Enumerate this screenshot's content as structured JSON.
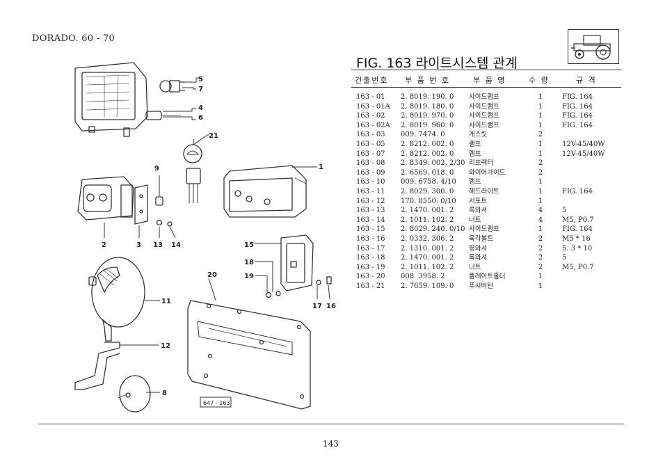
{
  "header": {
    "model": "DORADO. 60 - 70",
    "fig_title": "FIG. 163 라이트시스템 관계"
  },
  "table": {
    "headers": [
      "건출번호",
      "부 품 번 호",
      "부 품 명",
      "수 량",
      "규 격"
    ],
    "rows": [
      {
        "ref": "163 - 01",
        "part": "2. 8019. 190. 0",
        "name": "사이드램프",
        "qty": "1",
        "spec": "FIG. 164"
      },
      {
        "ref": "163 - 01A",
        "part": "2. 8019. 180. 0",
        "name": "사이드램프",
        "qty": "1",
        "spec": "FIG. 164"
      },
      {
        "ref": "163 - 02",
        "part": "2. 8019. 970. 0",
        "name": "사이드램프",
        "qty": "1",
        "spec": "FIG. 164"
      },
      {
        "ref": "163 - 02A",
        "part": "2. 8019. 960. 0",
        "name": "사이드램프",
        "qty": "1",
        "spec": "FIG. 164"
      },
      {
        "ref": "163 - 03",
        "part": "009. 7474. 0",
        "name": "개스킷",
        "qty": "2",
        "spec": ""
      },
      {
        "ref": "163 - 05",
        "part": "2. 8212. 002. 0",
        "name": "램프",
        "qty": "1",
        "spec": "12V-45/40W"
      },
      {
        "ref": "163 - 07",
        "part": "2. 8212. 002. 0",
        "name": "램프",
        "qty": "1",
        "spec": "12V-45/40W"
      },
      {
        "ref": "163 - 08",
        "part": "2. 8349. 002. 2/30",
        "name": "리프렉터",
        "qty": "2",
        "spec": ""
      },
      {
        "ref": "163 - 09",
        "part": "2. 6569. 018. 0",
        "name": "와이어가이드",
        "qty": "2",
        "spec": ""
      },
      {
        "ref": "163 - 10",
        "part": "009. 6758. 4/10",
        "name": "램프",
        "qty": "1",
        "spec": ""
      },
      {
        "ref": "163 - 11",
        "part": "2. 8029. 300. 0",
        "name": "헤드라이트",
        "qty": "1",
        "spec": "FIG. 164"
      },
      {
        "ref": "163 - 12",
        "part": "170. 8550. 0/10",
        "name": "서포트",
        "qty": "1",
        "spec": ""
      },
      {
        "ref": "163 - 13",
        "part": "2. 1470. 001. 2",
        "name": "록와셔",
        "qty": "4",
        "spec": "5"
      },
      {
        "ref": "163 - 14",
        "part": "2. 1011. 102. 2",
        "name": "너트",
        "qty": "4",
        "spec": "M5, P0.7"
      },
      {
        "ref": "163 - 15",
        "part": "2. 8029. 240. 0/10",
        "name": "사이드램프",
        "qty": "1",
        "spec": "FIG. 164"
      },
      {
        "ref": "163 - 16",
        "part": "2. 0332. 306. 2",
        "name": "육각볼트",
        "qty": "2",
        "spec": "M5 * 16"
      },
      {
        "ref": "163 - 17",
        "part": "2. 1310. 001. 2",
        "name": "평와셔",
        "qty": "2",
        "spec": "5. 3 * 10"
      },
      {
        "ref": "163 - 18",
        "part": "2. 1470. 001. 2",
        "name": "록와셔",
        "qty": "2",
        "spec": "5"
      },
      {
        "ref": "163 - 19",
        "part": "2. 1011. 102. 2",
        "name": "너트",
        "qty": "2",
        "spec": "M5, P0.7"
      },
      {
        "ref": "163 - 20",
        "part": "008. 3958. 2",
        "name": "플레이트홀더",
        "qty": "1",
        "spec": ""
      },
      {
        "ref": "163 - 21",
        "part": "2. 7659. 109. 0",
        "name": "푸시버턴",
        "qty": "1",
        "spec": ""
      }
    ]
  },
  "drawing": {
    "callouts": [
      "5",
      "7",
      "4",
      "6",
      "21",
      "9",
      "1",
      "2",
      "3",
      "13",
      "14",
      "15",
      "18",
      "19",
      "20",
      "17",
      "16",
      "11",
      "12",
      "8"
    ],
    "figure_code": "647 - 163"
  },
  "footer": {
    "page_number": "143"
  }
}
